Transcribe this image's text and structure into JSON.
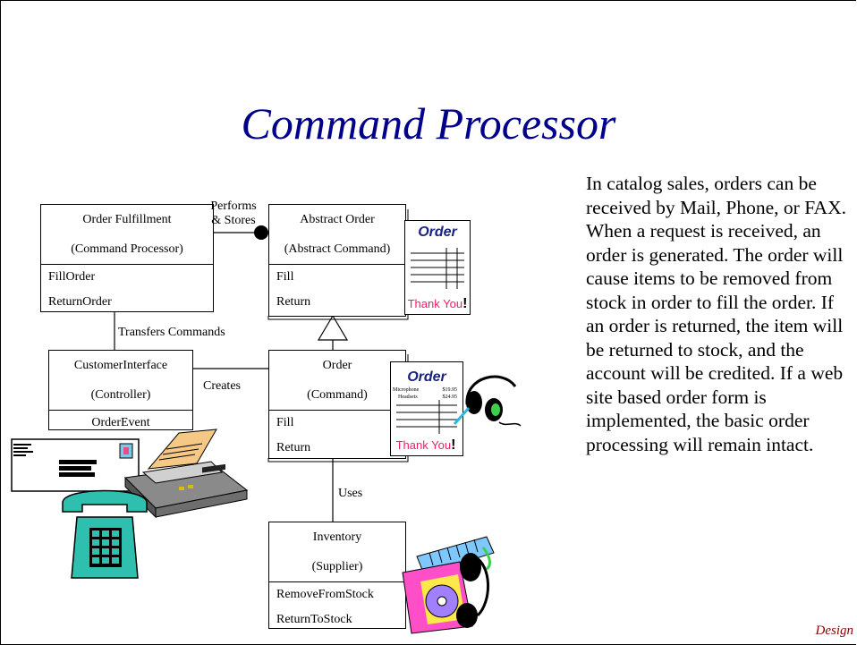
{
  "title": "Command Processor",
  "description": "In catalog sales, orders can be received by Mail, Phone, or FAX.  When a request is received, an order is generated.  The order will cause items to be removed from stock in order to fill the order.  If an order is returned, the item will be returned to stock, and the account will be credited.  If a web site based order form is implemented, the basic order processing will remain intact.",
  "footer": "Design",
  "classes": {
    "order_fulfillment": {
      "name": "Order Fulfillment",
      "stereotype": "(Command Processor)",
      "ops": [
        "FillOrder",
        "ReturnOrder"
      ]
    },
    "abstract_order": {
      "name": "Abstract Order",
      "stereotype": "(Abstract Command)",
      "ops": [
        "Fill",
        "Return"
      ]
    },
    "customer_interface": {
      "name": "CustomerInterface",
      "stereotype": "(Controller)",
      "ops": [
        "OrderEvent"
      ]
    },
    "order": {
      "name": "Order",
      "stereotype": "(Command)",
      "ops": [
        "Fill",
        "Return"
      ]
    },
    "inventory": {
      "name": "Inventory",
      "stereotype": "(Supplier)",
      "ops": [
        "RemoveFromStock",
        "ReturnToStock"
      ]
    }
  },
  "relations": {
    "performs_line1": "Performs",
    "performs_line2": "& Stores",
    "transfers": "Transfers Commands",
    "creates": "Creates",
    "uses": "Uses"
  },
  "clipart": {
    "order_form_title": "Order",
    "order_form_footer_main": "Thank You",
    "order_form_footer_bang": "!",
    "line_item_1_name": "Microphone",
    "line_item_1_price": "$19.95",
    "line_item_2_name": "Headsets",
    "line_item_2_price": "$24.95"
  },
  "colors": {
    "title": "#00008b",
    "form_title": "#1a237e",
    "thank_you": "#ff1a66",
    "footer": "#8b0000",
    "phone": "#2fbfae",
    "printer_paper": "#f5c985"
  }
}
